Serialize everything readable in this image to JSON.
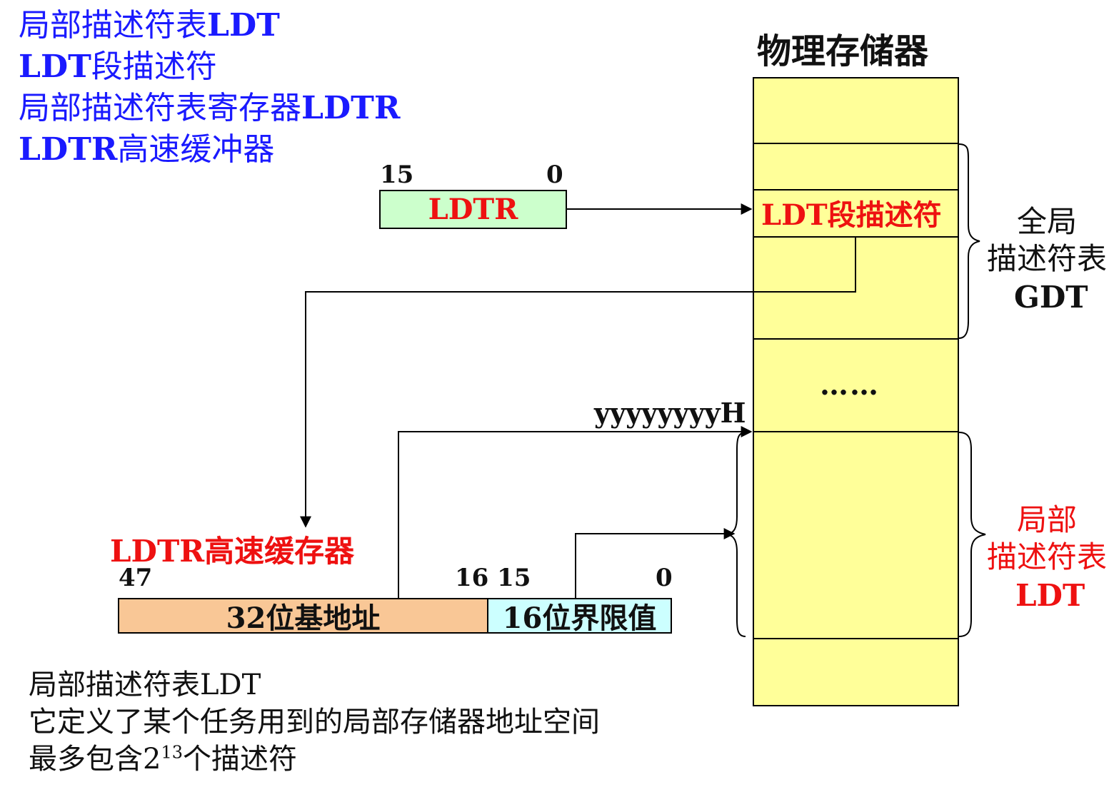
{
  "header_lines": [
    {
      "zh": "局部描述符表",
      "en_suffix": "LDT"
    },
    {
      "en_prefix": "LDT",
      "zh": "段描述符"
    },
    {
      "zh": "局部描述符表寄存器",
      "en_suffix": "LDTR"
    },
    {
      "en_prefix": "LDTR",
      "zh": "高速缓冲器"
    }
  ],
  "memory": {
    "title": "物理存储器",
    "ldt_descriptor_label": "LDT段描述符",
    "ellipsis": "……",
    "address_label": "yyyyyyyyH"
  },
  "ldtr": {
    "label": "LDTR",
    "bit_high": "15",
    "bit_low": "0"
  },
  "gdt_brace": {
    "line1": "全局",
    "line2": "描述符表",
    "line3": "GDT"
  },
  "ldt_brace": {
    "line1": "局部",
    "line2": "描述符表",
    "line3": "LDT"
  },
  "cache": {
    "title": "LDTR高速缓存器",
    "bit_47": "47",
    "bit_16_15": "16 15",
    "bit_0": "0",
    "base_label": "32位基地址",
    "limit_label": "16位界限值"
  },
  "notes": {
    "line1": "局部描述符表LDT",
    "line2": "它定义了某个任务用到的局部存储器地址空间",
    "line3_prefix": "最多包含2",
    "line3_sup": "13",
    "line3_suffix": "个描述符"
  },
  "colors": {
    "memory_fill": "#ffff99",
    "ldtr_fill": "#ccffcc",
    "base_fill": "#f9c796",
    "limit_fill": "#ccffff",
    "blue_text": "#1a1aff",
    "red_text": "#ee1111"
  }
}
